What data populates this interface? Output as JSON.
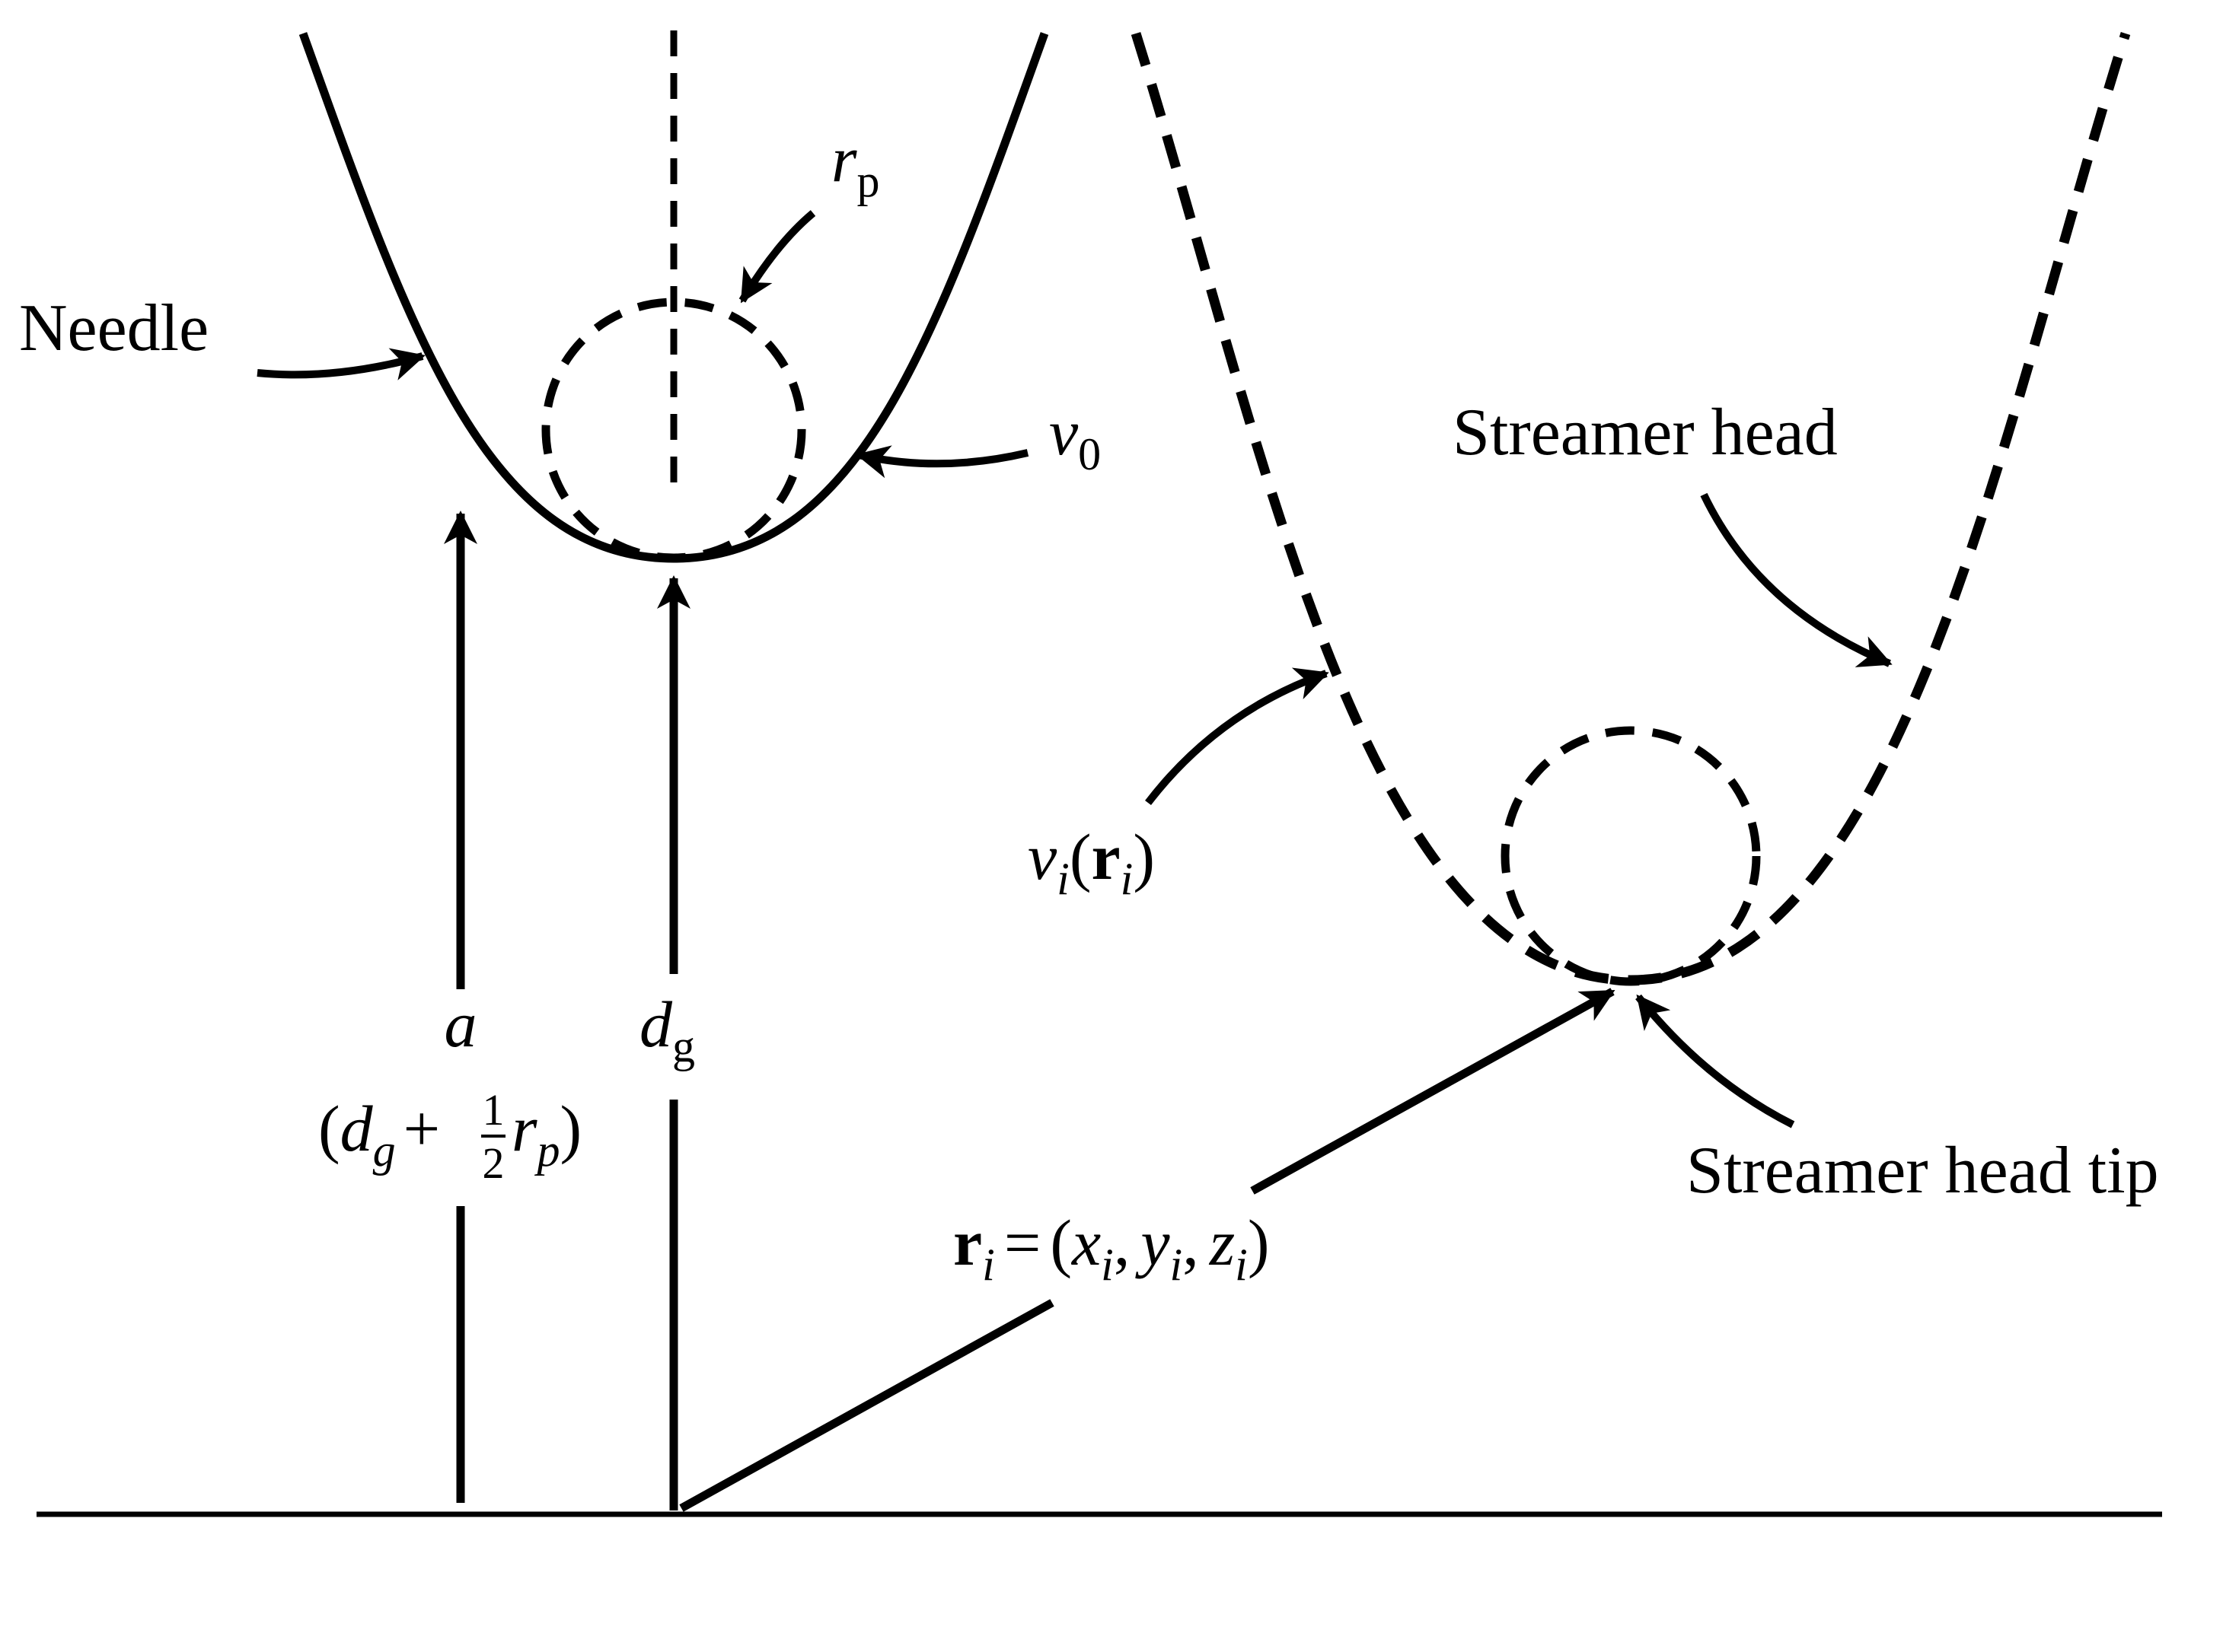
{
  "labels": {
    "needle": "Needle",
    "streamer_head": "Streamer head",
    "streamer_head_tip": "Streamer head tip",
    "r_p": {
      "base": "r",
      "sub": "p"
    },
    "nu_0": {
      "base": "ν",
      "sub": "0"
    },
    "nu_i": {
      "base": "ν",
      "sub": "i",
      "open": "(",
      "vec": "r",
      "vec_sub": "i",
      "close": ")"
    },
    "a": "a",
    "d_g": {
      "base": "d",
      "sub": "g"
    },
    "a_expr": {
      "open": "(",
      "d": "d",
      "d_sub": "g",
      "plus": "+",
      "frac_num": "1",
      "frac_den": "2",
      "r": "r",
      "r_sub": "p",
      "close": ")"
    },
    "r_i_expr": {
      "vec": "r",
      "vec_sub": "i",
      "eq": "=",
      "open": "(",
      "x": "x",
      "x_sub": "i",
      "y": "y",
      "y_sub": "i",
      "z": "z",
      "z_sub": "i",
      "comma": ",",
      "close": ")"
    }
  },
  "colors": {
    "ink": "#000000",
    "background": "#ffffff"
  }
}
